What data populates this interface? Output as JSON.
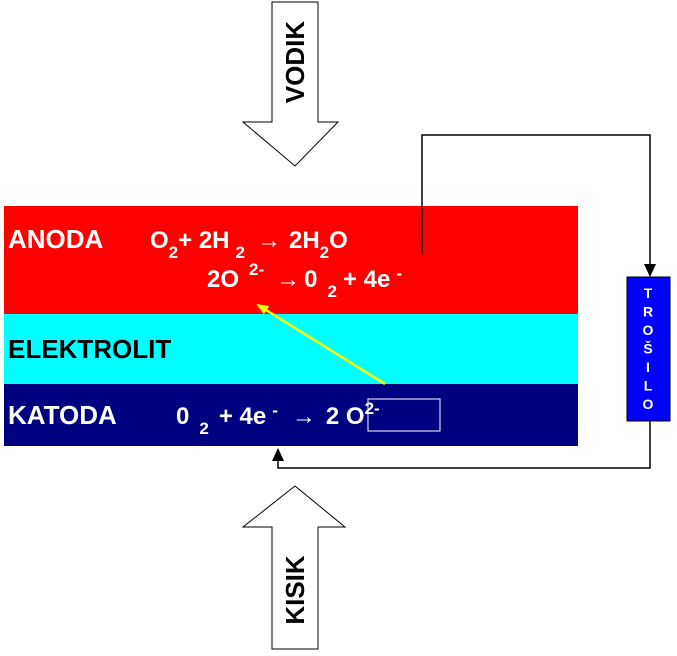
{
  "inputs": {
    "top_label": "VODIK",
    "bottom_label": "KISIK"
  },
  "layers": {
    "anode": {
      "name": "ANODA",
      "eq1": {
        "a": "O",
        "a_sub": "2",
        "b": "+ 2H",
        "b_sub": "2",
        "arrow": "→",
        "c": "2H",
        "c_sub": "2",
        "d": "O"
      },
      "eq2": {
        "a": "2O",
        "a_sup": "2-",
        "arrow": "→",
        "b": "0",
        "b_sub": "2",
        "c": "+ 4e",
        "c_sup": "-"
      }
    },
    "electrolyte": {
      "name": "ELEKTROLIT"
    },
    "cathode": {
      "name": "KATODA",
      "eq": {
        "a": "0",
        "a_sub": "2",
        "b": "+ 4e",
        "b_sup": "-",
        "arrow": "→",
        "c": "2 O",
        "c_sup": "2-"
      }
    }
  },
  "load": {
    "label_chars": [
      "T",
      "R",
      "O",
      "Š",
      "I",
      "L",
      "O"
    ]
  },
  "colors": {
    "anode": "#ff0000",
    "electrolyte": "#00ffff",
    "cathode": "#000080",
    "load": "#0000ff",
    "ion_arrow": "#ffff00",
    "text": "#ffffff",
    "wire": "#000000"
  }
}
